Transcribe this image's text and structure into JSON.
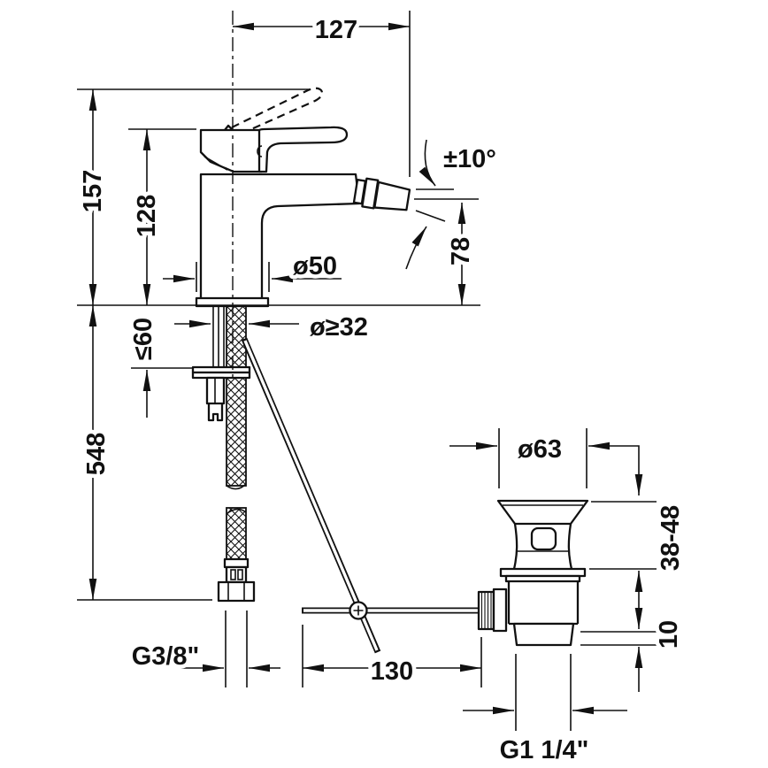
{
  "drawing": {
    "background": "#ffffff",
    "ink": "#111111",
    "units": "mm",
    "labels": {
      "spout_reach": "127",
      "overall_height": "157",
      "handle_height": "128",
      "swivel_angle": "±10°",
      "spout_height": "78",
      "base_diameter": "ø50",
      "hole_diameter": "ø≥32",
      "max_mount_thickness": "≤60",
      "hose_length": "548",
      "supply_thread": "G3/8\"",
      "rod_length": "130",
      "waste_flange_diameter": "ø63",
      "waste_clamp_range": "38-48",
      "washer_height": "10",
      "waste_thread": "G1 1/4\""
    }
  }
}
